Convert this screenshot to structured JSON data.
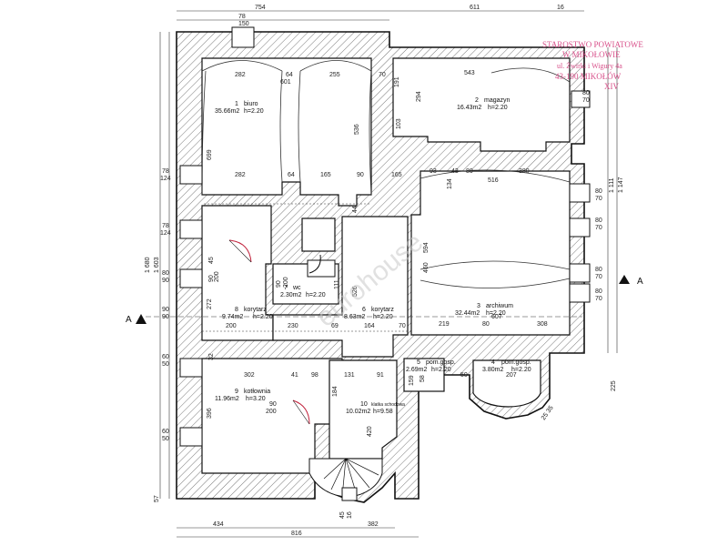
{
  "stamp": {
    "line1": "STAROSTWO POWIATOWE",
    "line2": "W MIKOŁOWIE",
    "line3": "ul. Żwirki i Wigury 4a",
    "line4": "43-190 MIKOŁÓW",
    "line5": "XIV"
  },
  "watermark": "eurohouse",
  "section_marks": {
    "left": "A",
    "right": "A"
  },
  "rooms": [
    {
      "id": "biuro",
      "num": "1",
      "name": "biuro",
      "area": "35.66m2",
      "h": "h=2.20"
    },
    {
      "id": "magazyn",
      "num": "2",
      "name": "magazyn",
      "area": "16.43m2",
      "h": "h=2.20"
    },
    {
      "id": "archiwum",
      "num": "3",
      "name": "archiwum",
      "area": "32.44m2",
      "h": "h=2.20"
    },
    {
      "id": "pom4",
      "num": "4",
      "name": "pom.gosp.",
      "area": "3.80m2",
      "h": "h=2.20"
    },
    {
      "id": "pom5",
      "num": "5",
      "name": "pom.gosp.",
      "area": "2.69m2",
      "h": "h=2.20"
    },
    {
      "id": "korytarz6",
      "num": "6",
      "name": "korytarz",
      "area": "8.63m2",
      "h": "h=2.20"
    },
    {
      "id": "wc7",
      "num": "7",
      "name": "wc",
      "area": "2.30m2",
      "h": "h=2.20"
    },
    {
      "id": "korytarz8",
      "num": "8",
      "name": "korytarz",
      "area": "9.74m2",
      "h": "h=2.20"
    },
    {
      "id": "kotlownia",
      "num": "9",
      "name": "kotłownia",
      "area": "11.96m2",
      "h": "h=3.20"
    },
    {
      "id": "klatka",
      "num": "10",
      "name": "klatka schodowa",
      "area": "10.02m2",
      "h": "h=9.58"
    }
  ],
  "dims": {
    "top_754": "754",
    "top_611": "611",
    "top_16": "16",
    "top_78": "78",
    "top_150": "150",
    "r282a": "282",
    "r64a": "64",
    "r255": "255",
    "r601": "601",
    "r70a": "70",
    "r543": "543",
    "r191": "191",
    "r294": "294",
    "r103": "103",
    "r536": "536",
    "r699": "699",
    "r282b": "282",
    "r64b": "64",
    "r165a": "165",
    "r90a": "90",
    "r165b": "165",
    "r93": "93",
    "r43": "43",
    "r80a": "80",
    "r380": "380",
    "r516": "516",
    "r134": "134",
    "r44": "44",
    "r594": "594",
    "r460": "460",
    "r45": "45",
    "r90b": "90",
    "r200a": "200",
    "r90c": "90",
    "r200b": "200",
    "r111": "111",
    "r526": "526",
    "r272": "272",
    "r200c": "200",
    "r230": "230",
    "r69": "69",
    "r164": "164",
    "r70b": "70",
    "r219": "219",
    "r80b": "80",
    "r308": "308",
    "r607": "607",
    "r32": "32",
    "r302": "302",
    "r41": "41",
    "r98": "98",
    "r131": "131",
    "r91": "91",
    "r159": "159",
    "r58": "58",
    "r50a": "50",
    "r207": "207",
    "r184": "184",
    "r396": "396",
    "r90d": "90",
    "r200d": "200",
    "r420": "420",
    "r2535": "25 35",
    "r225": "225",
    "l78a": "78",
    "l124a": "124",
    "l78b": "78",
    "l124b": "124",
    "l80a": "80",
    "l90a": "90",
    "l90b": "90",
    "l90c": "90",
    "l60a": "60",
    "l50a": "50",
    "l60b": "60",
    "l50b": "50",
    "l1603": "1 603",
    "l1680": "1 680",
    "l57": "57",
    "rt80a": "80",
    "rt70a": "70",
    "rt80b": "80",
    "rt70b": "70",
    "rt80c": "80",
    "rt70c": "70",
    "rt80d": "80",
    "rt70d": "70",
    "rt1147": "1 147",
    "rt1111": "1 111",
    "b434": "434",
    "b816": "816",
    "b382": "382",
    "b45": "45",
    "b16": "16"
  }
}
